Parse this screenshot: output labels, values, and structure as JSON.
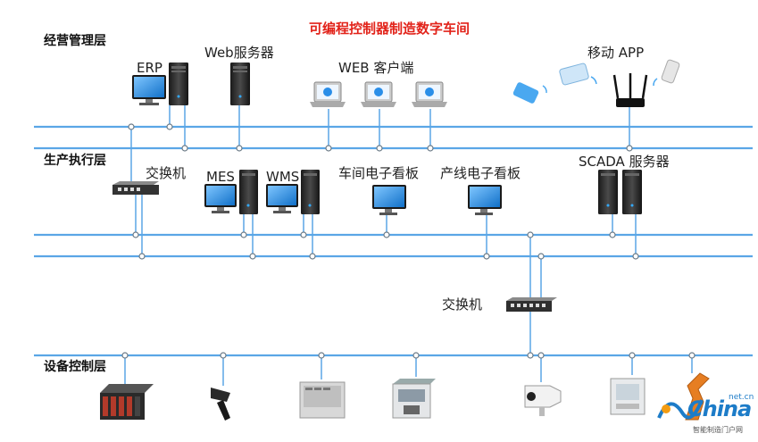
{
  "title": "可编程控制器制造数字车间",
  "layers": {
    "management": "经营管理层",
    "execution": "生产执行层",
    "control": "设备控制层"
  },
  "nodes": {
    "erp": "ERP",
    "web_server": "Web服务器",
    "web_client": "WEB 客户端",
    "mobile_app": "移动 APP",
    "switch_top": "交换机",
    "mes": "MES",
    "wms": "WMS",
    "workshop_board": "车间电子看板",
    "line_board": "产线电子看板",
    "scada": "SCADA 服务器",
    "switch_mid": "交换机"
  },
  "logo": {
    "text": "China",
    "net": "net.cn",
    "sub": "智能制造门户网"
  },
  "colors": {
    "title": "#e2231a",
    "bus": "#5aa6e6",
    "monitor": "#1e86d9",
    "server": "#2b2b2b",
    "logo": "#1d7cc8"
  }
}
